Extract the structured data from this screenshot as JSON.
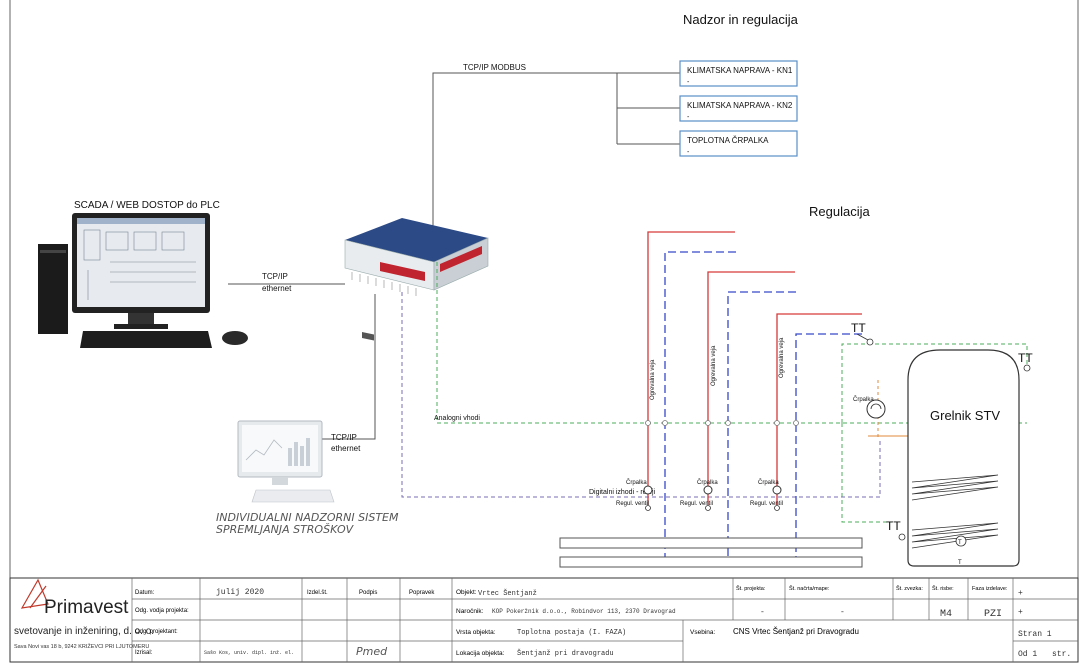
{
  "headings": {
    "nadzor": "Nadzor in regulacija",
    "regulacija": "Regulacija",
    "scada": "SCADA / WEB DOSTOP do PLC"
  },
  "links": {
    "modbus": "TCP/IP MODBUS",
    "eth1_a": "TCP/IP",
    "eth1_b": "ethernet",
    "eth2_a": "TCP/IP",
    "eth2_b": "ethernet"
  },
  "devices": [
    {
      "name": "KLIMATSKA NAPRAVA - KN1",
      "sub": "-"
    },
    {
      "name": "KLIMATSKA NAPRAVA - KN2",
      "sub": "-"
    },
    {
      "name": "TOPLOTNA ČRPALKA",
      "sub": "-"
    }
  ],
  "monitoring": {
    "line1": "INDIVIDUALNI NADZORNI SISTEM",
    "line2": "SPREMLJANJA STROŠKOV"
  },
  "hydraulic": {
    "analog": "Analogni vhodi",
    "digital": "Digitalni izhodi - releji",
    "pipe": "Ogrevalna veja",
    "pump": "Črpalka",
    "valve": "Regul. ventil",
    "valve2": "Regul. ventil",
    "pump_right": "Črpalka",
    "tt": "TT",
    "boiler": "Grelnik STV",
    "boiler_t": "T"
  },
  "titleblock": {
    "company": "Primavest",
    "company_sub": "svetovanje in inženiring, d. o. o.",
    "company_addr": "Sava Novi vas 18 b, 9242 KRIŽEVCI PRI LJUTOMERU",
    "col_datum": "Datum:",
    "datum_val": "julij 2020",
    "col_izdel": "Izdel.št.",
    "col_podpis": "Podpis",
    "col_popravek": "Popravek",
    "row_vodja": "Odg. vodja projekta:",
    "row_projektant": "Odg. projektant:",
    "row_risal": "Izrisal:",
    "risal_val": "Sašo Kos, univ. dipl. inž. el.",
    "signature": "Pmed",
    "lbl_objekt": "Objekt:",
    "val_objekt": "Vrtec Šentjanž",
    "lbl_narocnik": "Naročnik:",
    "val_narocnik": "KOP Pokeržnik d.o.o., Robindvor 113, 2370 Dravograd",
    "lbl_vrsta": "Vrsta objekta:",
    "val_vrsta": "Toplotna postaja (I. FAZA)",
    "lbl_lokacija": "Lokacija objekta:",
    "val_lokacija": "Šentjanž pri dravogradu",
    "lbl_vsebina": "Vsebina:",
    "val_vsebina": "CNS Vrtec Šentjanž pri Dravogradu",
    "lbl_st_proj": "Št. projekta:",
    "lbl_st_nacrt": "Št. načrta/mape:",
    "lbl_st_zvezka": "Št. zvezka:",
    "lbl_st_risbe": "Št. risbe:",
    "lbl_faza": "Faza izdelave:",
    "val_proj": "-",
    "val_nacrt": "-",
    "val_risbe": "M4",
    "val_faza": "PZI",
    "val_plus1": "+",
    "val_plus2": "+",
    "stran": "Stran 1",
    "od": "Od 1",
    "str": "str."
  }
}
